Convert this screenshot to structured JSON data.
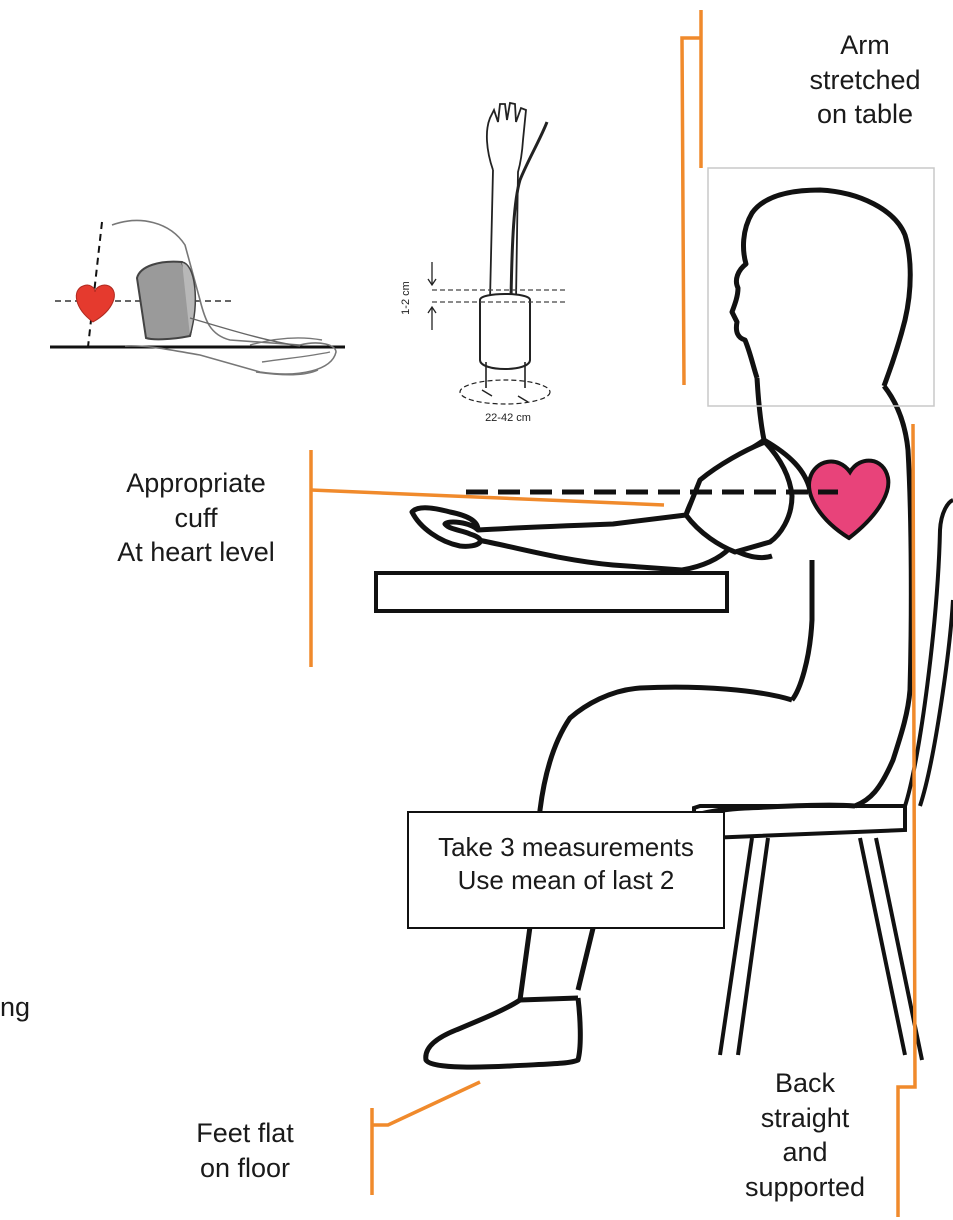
{
  "colors": {
    "accent": "#f08a2c",
    "heart_main": "#e8437a",
    "heart_small": "#e53a2e",
    "cuff_small": "#9a9a9a",
    "outline": "#111111"
  },
  "labels": {
    "arm": [
      "Arm",
      "stretched",
      "on table"
    ],
    "cuff": [
      "Appropriate",
      "cuff",
      "At heart level"
    ],
    "measure": [
      "Take 3 measurements",
      "Use mean of last 2"
    ],
    "feet": [
      "Feet flat",
      "on floor"
    ],
    "back": [
      "Back",
      "straight",
      "and",
      "supported"
    ],
    "cut_off_text": "ng",
    "cuff_offset": "1-2 cm",
    "arm_circumference": "22-42 cm"
  },
  "icons": [
    "heart-icon",
    "cuff-icon",
    "arm-icon",
    "chair-icon",
    "table-icon",
    "person-silhouette"
  ]
}
